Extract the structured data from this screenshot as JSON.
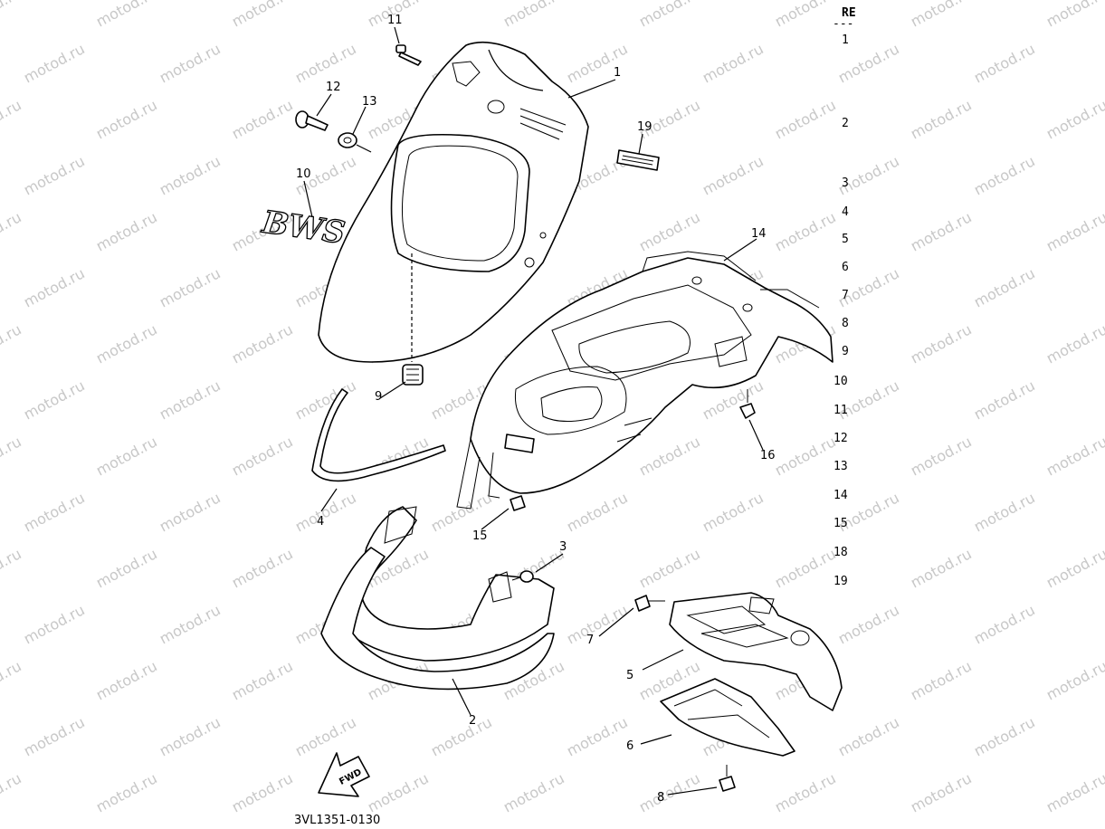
{
  "watermark": "motod.ru",
  "diagram_code": "3VL1351-0130",
  "fwd_label": "FWD",
  "logo_text": "BWS",
  "ref_header": "RE",
  "ref_dash": "---",
  "ref_numbers": [
    "1",
    "2",
    "3",
    "4",
    "5",
    "6",
    "7",
    "8",
    "9",
    "10",
    "11",
    "12",
    "13",
    "14",
    "15",
    "18",
    "19"
  ],
  "callouts": [
    "1",
    "2",
    "3",
    "4",
    "5",
    "6",
    "7",
    "8",
    "9",
    "10",
    "11",
    "12",
    "13",
    "14",
    "15",
    "16",
    "19"
  ]
}
